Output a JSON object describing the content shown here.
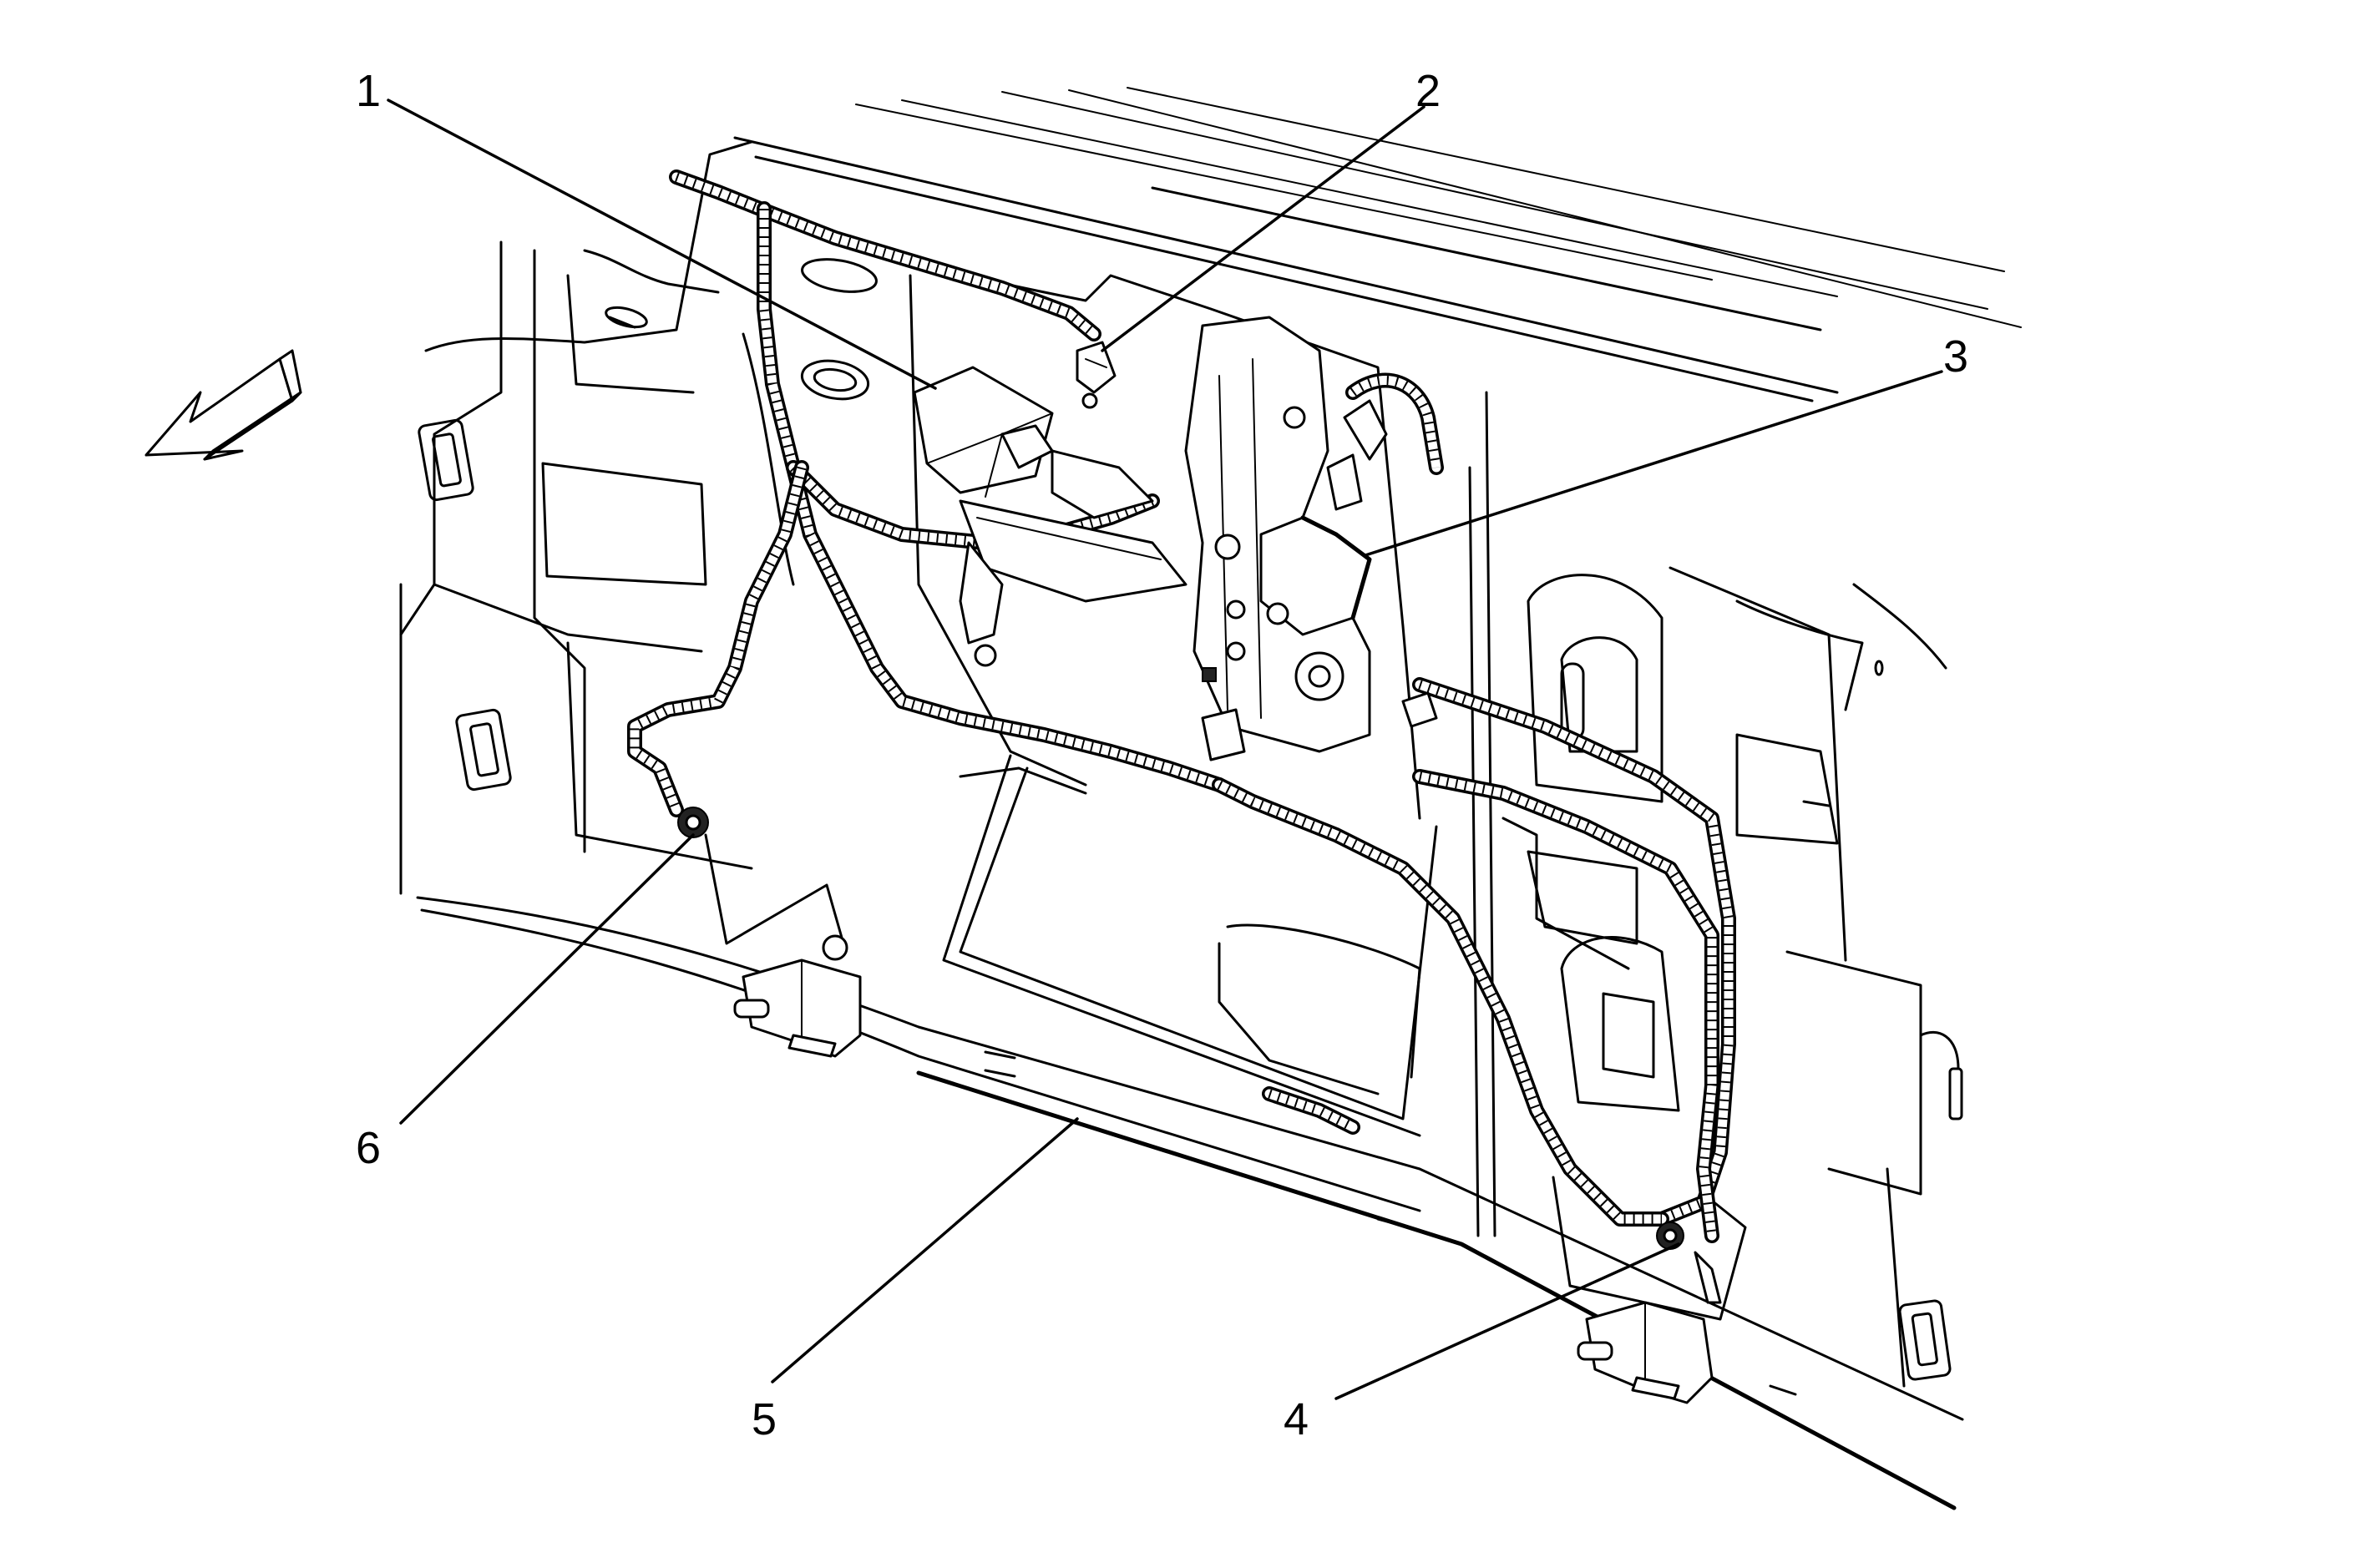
{
  "diagram": {
    "callouts": [
      {
        "id": "1",
        "label": "1"
      },
      {
        "id": "2",
        "label": "2"
      },
      {
        "id": "3",
        "label": "3"
      },
      {
        "id": "4",
        "label": "4"
      },
      {
        "id": "5",
        "label": "5"
      },
      {
        "id": "6",
        "label": "6"
      }
    ],
    "orientation_arrow": "front-direction-arrow-icon"
  }
}
